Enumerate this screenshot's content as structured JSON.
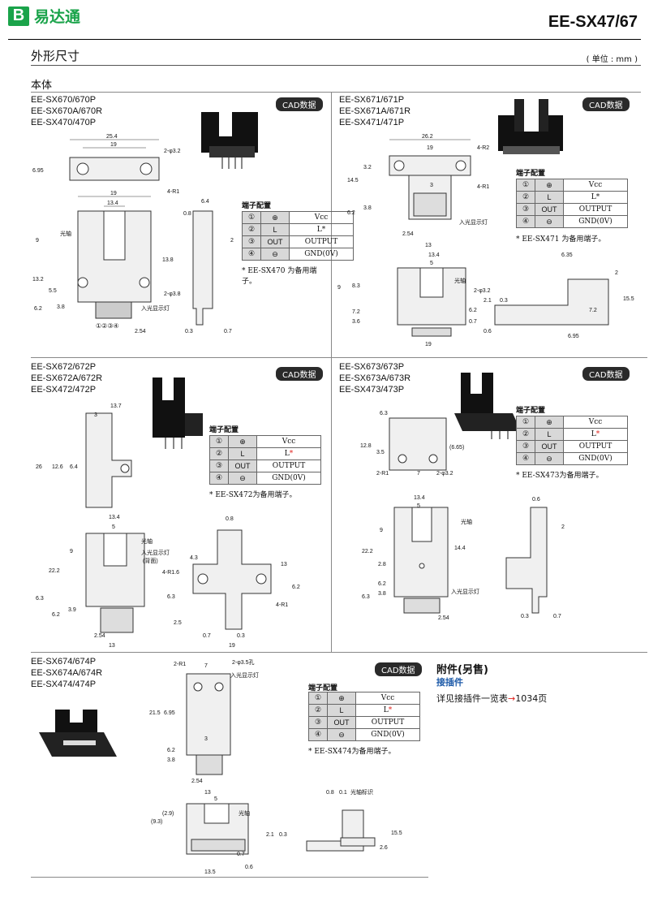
{
  "header": {
    "logo_mark": "B",
    "logo_name": "易达通",
    "model": "EE-SX47/67"
  },
  "section": {
    "title": "外形尺寸",
    "unit": "( 单位 : mm )",
    "sub": "本体"
  },
  "blocks": [
    {
      "models": [
        "EE-SX670/670P",
        "EE-SX670A/670R",
        "EE-SX470/470P"
      ],
      "cad": "CAD数据",
      "pin_title": "端子配置",
      "pins": [
        {
          "n": "①",
          "s": "⊕",
          "v": "Vcc"
        },
        {
          "n": "②",
          "s": "L",
          "v": "L",
          "star": "*"
        },
        {
          "n": "③",
          "s": "OUT",
          "v": "OUTPUT"
        },
        {
          "n": "④",
          "s": "⊖",
          "v": "GND(0V)"
        }
      ],
      "note": "* EE-SX470 为备用端子。",
      "dims": {
        "d1": "25.4",
        "d2": "19",
        "d3": "6.95",
        "d4": "2-φ3.2",
        "d5": "4-R1",
        "d6": "19",
        "d7": "13.4",
        "d8": "9",
        "d9": "13.2",
        "d10": "5.5",
        "d11": "6.2",
        "d12": "3.8",
        "d13": "2.54",
        "d14": "13.8",
        "d15": "6.4",
        "d16": "0.8",
        "d17": "2",
        "d18": "0.3",
        "d19": "0.7",
        "d20": "2-φ3.8",
        "label_axis": "光轴",
        "label_led": "入光显示灯",
        "pins": "①②③④"
      }
    },
    {
      "models": [
        "EE-SX671/671P",
        "EE-SX671A/671R",
        "EE-SX471/471P"
      ],
      "cad": "CAD数据",
      "pin_title": "端子配置",
      "pins": [
        {
          "n": "①",
          "s": "⊕",
          "v": "Vcc"
        },
        {
          "n": "②",
          "s": "L",
          "v": "L",
          "star": "*"
        },
        {
          "n": "③",
          "s": "OUT",
          "v": "OUTPUT"
        },
        {
          "n": "④",
          "s": "⊖",
          "v": "GND(0V)"
        }
      ],
      "note": "* EE-SX471 为备用端子。",
      "dims": {
        "d1": "26.2",
        "d2": "19",
        "d3": "3.2",
        "d4": "4-R2",
        "d5": "4-R1",
        "d6": "14.5",
        "d7": "3",
        "d8": "6.2",
        "d9": "3.8",
        "d10": "2.54",
        "d11": "13",
        "d12": "13.4",
        "d13": "5",
        "d14": "9",
        "d15": "8.3",
        "d16": "7.2",
        "d17": "3.6",
        "d18": "2-φ3.2",
        "d19": "6.35",
        "d20": "15.5",
        "d21": "2",
        "d22": "6.95",
        "d23": "0.3",
        "d24": "2.1",
        "d25": "0.6",
        "d26": "6.2",
        "d27": "0.7",
        "d28": "7.2",
        "d29": "19",
        "label_axis": "光轴",
        "label_led": "入光显示灯"
      }
    },
    {
      "models": [
        "EE-SX672/672P",
        "EE-SX672A/672R",
        "EE-SX472/472P"
      ],
      "cad": "CAD数据",
      "pin_title": "端子配置",
      "pins": [
        {
          "n": "①",
          "s": "⊕",
          "v": "Vcc"
        },
        {
          "n": "②",
          "s": "L",
          "v": "L",
          "star": "*"
        },
        {
          "n": "③",
          "s": "OUT",
          "v": "OUTPUT"
        },
        {
          "n": "④",
          "s": "⊖",
          "v": "GND(0V)"
        }
      ],
      "note": "* EE-SX472为备用端子。",
      "dims": {
        "d1": "13.7",
        "d2": "3",
        "d3": "26",
        "d4": "12.6",
        "d5": "6.4",
        "d6": "13.4",
        "d7": "5",
        "d8": "9",
        "d9": "22.2",
        "d10": "6.3",
        "d11": "6.2",
        "d12": "3.9",
        "d13": "2.54",
        "d14": "13",
        "d15": "0.8",
        "d16": "4.3",
        "d17": "4-R1.6",
        "d18": "6.3",
        "d19": "2.5",
        "d20": "13",
        "d21": "6.2",
        "d22": "4-R1",
        "d23": "0.7",
        "d24": "0.3",
        "d25": "19",
        "label_axis": "光轴",
        "label_led": "入光显示灯",
        "label_back": "(背面)"
      }
    },
    {
      "models": [
        "EE-SX673/673P",
        "EE-SX673A/673R",
        "EE-SX473/473P"
      ],
      "cad": "CAD数据",
      "pin_title": "端子配置",
      "pins": [
        {
          "n": "①",
          "s": "⊕",
          "v": "Vcc"
        },
        {
          "n": "②",
          "s": "L",
          "v": "L",
          "star": "*"
        },
        {
          "n": "③",
          "s": "OUT",
          "v": "OUTPUT"
        },
        {
          "n": "④",
          "s": "⊖",
          "v": "GND(0V)"
        }
      ],
      "note": "* EE-SX473为备用端子。",
      "dims": {
        "d1": "6.3",
        "d2": "12.8",
        "d3": "3.5",
        "d4": "(6.65)",
        "d5": "2-R1",
        "d6": "7",
        "d7": "2-φ3.2",
        "d8": "13.4",
        "d9": "5",
        "d10": "9",
        "d11": "22.2",
        "d12": "14.4",
        "d13": "2.8",
        "d14": "6.3",
        "d15": "6.2",
        "d16": "3.8",
        "d17": "2.54",
        "d18": "0.6",
        "d19": "2",
        "d20": "0.3",
        "d21": "0.7",
        "label_axis": "光轴",
        "label_led": "入光显示灯"
      }
    },
    {
      "models": [
        "EE-SX674/674P",
        "EE-SX674A/674R",
        "EE-SX474/474P"
      ],
      "cad": "CAD数据",
      "pin_title": "端子配置",
      "pins": [
        {
          "n": "①",
          "s": "⊕",
          "v": "Vcc"
        },
        {
          "n": "②",
          "s": "L",
          "v": "L",
          "star": "*"
        },
        {
          "n": "③",
          "s": "OUT",
          "v": "OUTPUT"
        },
        {
          "n": "④",
          "s": "⊖",
          "v": "GND(0V)"
        }
      ],
      "note": "* EE-SX474为备用端子。",
      "dims": {
        "d1": "2-R1",
        "d2": "7",
        "d3": "2-φ3.5孔",
        "d4": "21.5",
        "d5": "6.95",
        "d6": "3",
        "d7": "6.2",
        "d8": "3.8",
        "d9": "2.54",
        "d10": "13",
        "d11": "5",
        "d12": "(2.9)",
        "d13": "(9.3)",
        "d14": "0.8",
        "d15": "0.1",
        "d16": "15.5",
        "d17": "2.1",
        "d18": "0.3",
        "d19": "0.7",
        "d20": "0.6",
        "d21": "2.6",
        "d22": "13.5",
        "label_axis": "光轴",
        "label_led": "入光显示灯",
        "label_mark": "光轴标识"
      }
    }
  ],
  "accessory": {
    "title": "附件(另售)",
    "sub": "接插件",
    "text_prefix": "详见接插件一览表",
    "arrow": "→",
    "page": "1034页"
  }
}
